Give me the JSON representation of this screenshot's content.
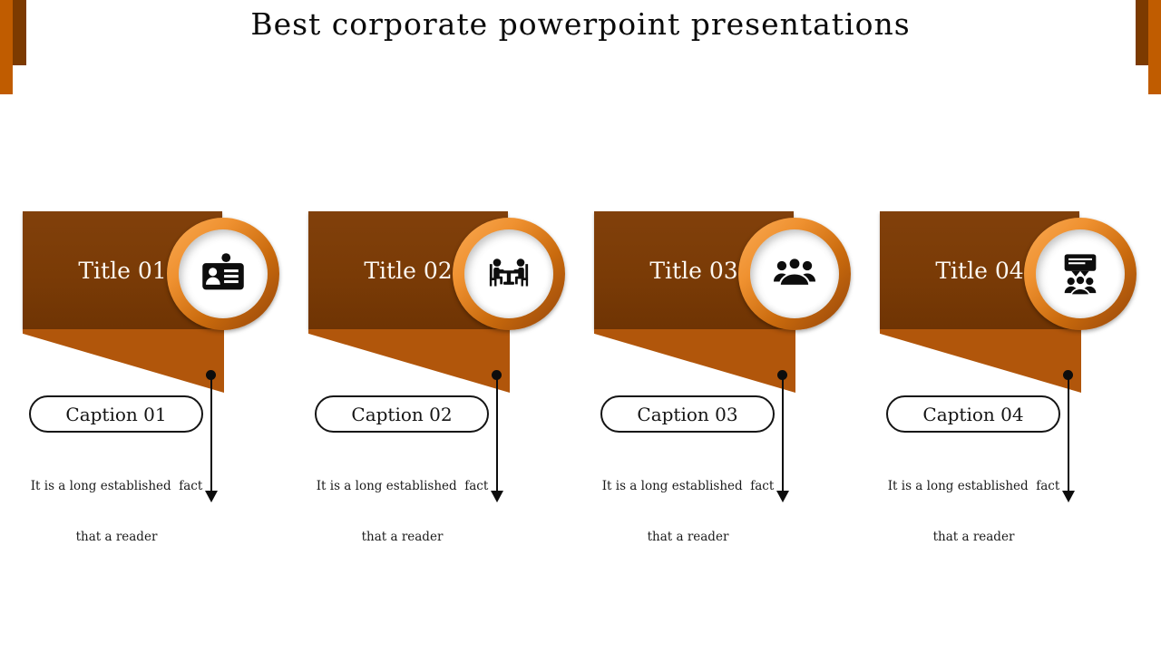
{
  "slide_title": "Best corporate powerpoint presentations",
  "columns": [
    {
      "title": "Title 01",
      "icon": "id-card-icon",
      "caption": "Caption 01",
      "description": [
        "It is a long established  fact",
        "that a reader"
      ]
    },
    {
      "title": "Title 02",
      "icon": "meeting-table-icon",
      "caption": "Caption 02",
      "description": [
        "It is a long established  fact",
        "that a reader"
      ]
    },
    {
      "title": "Title 03",
      "icon": "team-group-icon",
      "caption": "Caption 03",
      "description": [
        "It is a long established  fact",
        "that a reader"
      ]
    },
    {
      "title": "Title 04",
      "icon": "presentation-audience-icon",
      "caption": "Caption 04",
      "description": [
        "It is a long established  fact",
        "that a reader"
      ]
    }
  ],
  "colors": {
    "banner_brown": "#7a3b06",
    "fold_orange": "#b1560b",
    "ring_orange": "#d97817",
    "side_bar_orange": "#c05c00",
    "side_bar_dark_brown": "#7c3a00",
    "text_black": "#111111"
  }
}
